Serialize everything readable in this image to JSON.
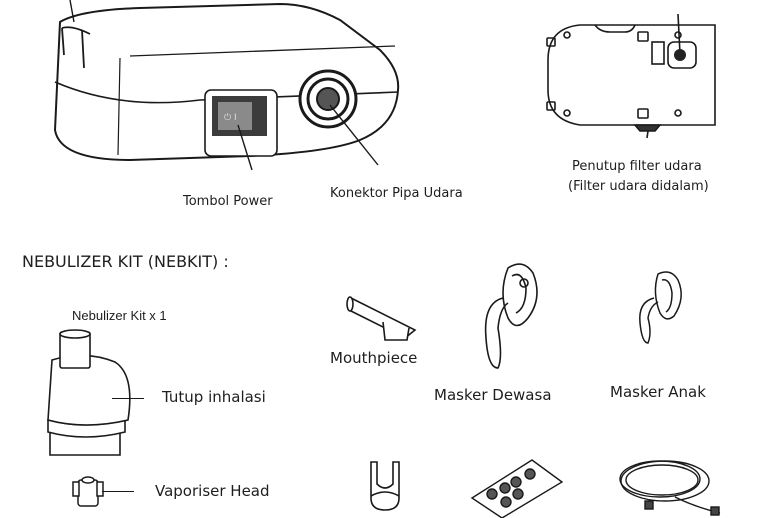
{
  "device_labels": {
    "power_button": "Tombol Power",
    "air_connector": "Konektor Pipa Udara",
    "filter_cover_line1": "Penutup filter udara",
    "filter_cover_line2": "(Filter udara didalam)"
  },
  "section": {
    "title": "NEBULIZER KIT (NEBKIT) :"
  },
  "kit": {
    "header": "Nebulizer Kit x 1",
    "items": [
      {
        "label": "Tutup inhalasi",
        "icon": "inhalation-cap-icon"
      },
      {
        "label": "Vaporiser Head",
        "icon": "vaporiser-head-icon"
      }
    ]
  },
  "accessories": [
    {
      "label": "Mouthpiece",
      "icon": "mouthpiece-icon"
    },
    {
      "label": "Masker Dewasa",
      "icon": "adult-mask-icon"
    },
    {
      "label": "Masker Anak",
      "icon": "child-mask-icon"
    },
    {
      "label": "",
      "icon": "holder-clip-icon"
    },
    {
      "label": "",
      "icon": "spare-filters-packet-icon"
    },
    {
      "label": "",
      "icon": "air-tube-icon"
    }
  ],
  "colors": {
    "line": "#1a1a1a",
    "fill_dark": "#3c3c3c",
    "background": "#ffffff"
  }
}
